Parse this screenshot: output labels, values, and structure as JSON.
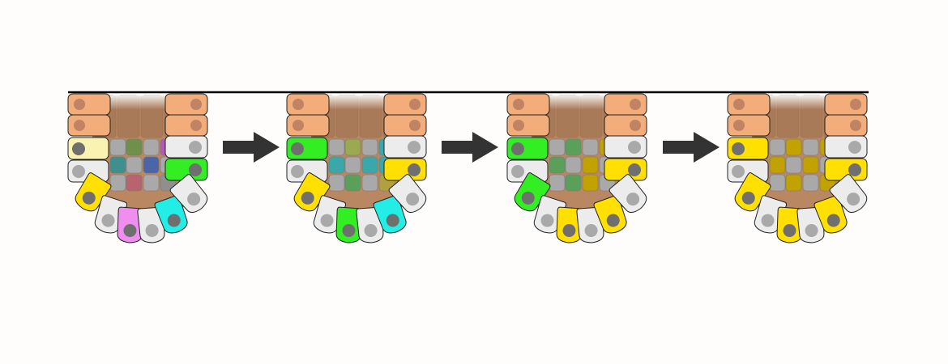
{
  "colors": {
    "background": "#fffcfc",
    "baseline": "#000000",
    "arrow": "#333333",
    "cell_stroke": "#222222",
    "top_cell": "#f2ad7a",
    "top_nucleus": "#c08464",
    "lumen_base": "#b98762",
    "lumen_grid": "#a97a57",
    "interior_grey": "#a9a9a9",
    "ring_white": "#ececec",
    "nucleus_grey": "#a9a9a9",
    "nucleus_dark": "#6f6f6f"
  },
  "crypts": [
    {
      "name": "crypt-1",
      "left_col": [
        "#f9f2b0",
        "#ececec"
      ],
      "right_col": [
        "#ececec",
        "#33ee22"
      ],
      "ring": [
        "#ffe000",
        "#ececec",
        "#f08ef0",
        "#ececec",
        "#22eee6",
        "#ececec"
      ],
      "interior": [
        [
          "#a9a9a9",
          "#6f8f4a",
          "#a9a9a9",
          "#b45ab4"
        ],
        [
          "#3f8f8f",
          "#a9a9a9",
          "#4a66a8",
          "#a9a9a9"
        ],
        [
          "#a9a9a9",
          "#b8646c",
          "#a9a9a9",
          "#8f8f8f"
        ]
      ]
    },
    {
      "name": "crypt-2",
      "left_col": [
        "#33ee22",
        "#ececec"
      ],
      "right_col": [
        "#ececec",
        "#ffe000"
      ],
      "ring": [
        "#ffe000",
        "#ececec",
        "#33ee22",
        "#ececec",
        "#22eee6",
        "#ececec"
      ],
      "interior": [
        [
          "#a9a9a9",
          "#9aaa50",
          "#a9a9a9",
          "#3aa8a8"
        ],
        [
          "#3aa8a8",
          "#a9a9a9",
          "#3aa8a8",
          "#3aa8a8"
        ],
        [
          "#a9a9a9",
          "#5aa05a",
          "#a9a9a9",
          "#b0a040"
        ]
      ]
    },
    {
      "name": "crypt-3",
      "left_col": [
        "#33ee22",
        "#ececec"
      ],
      "right_col": [
        "#ececec",
        "#ffe000"
      ],
      "ring": [
        "#33ee22",
        "#ececec",
        "#ffe000",
        "#ececec",
        "#ffe000",
        "#ececec"
      ],
      "interior": [
        [
          "#a9a9a9",
          "#5aa05a",
          "#a9a9a9",
          "#c2a200"
        ],
        [
          "#5aa05a",
          "#a9a9a9",
          "#c2a200",
          "#a9a9a9"
        ],
        [
          "#a9a9a9",
          "#5aa05a",
          "#c2a200",
          "#a9a9a9"
        ]
      ]
    },
    {
      "name": "crypt-4",
      "left_col": [
        "#ffe000",
        "#ececec"
      ],
      "right_col": [
        "#ececec",
        "#ffe000"
      ],
      "ring": [
        "#ffe000",
        "#ececec",
        "#ffe000",
        "#ececec",
        "#ffe000",
        "#ececec"
      ],
      "interior": [
        [
          "#a9a9a9",
          "#c2a200",
          "#a9a9a9",
          "#c2a200"
        ],
        [
          "#c2a200",
          "#a9a9a9",
          "#c2a200",
          "#a9a9a9"
        ],
        [
          "#a9a9a9",
          "#c2a200",
          "#a9a9a9",
          "#c2a200"
        ]
      ]
    }
  ]
}
